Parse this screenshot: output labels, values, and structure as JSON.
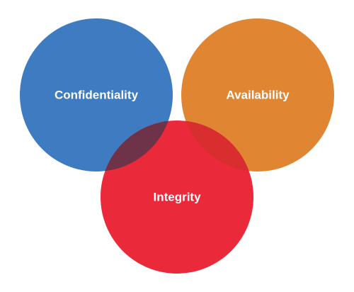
{
  "diagram": {
    "type": "venn",
    "circles": [
      {
        "id": "confidentiality",
        "label": "Confidentiality",
        "color": "#3F7BC1"
      },
      {
        "id": "availability",
        "label": "Availability",
        "color": "#E08633"
      },
      {
        "id": "integrity",
        "label": "Integrity",
        "color": "#EA2A3A"
      }
    ],
    "overlap_colors": {
      "confidentiality_integrity": "#6E3349",
      "availability_integrity": "#D92E30"
    }
  }
}
